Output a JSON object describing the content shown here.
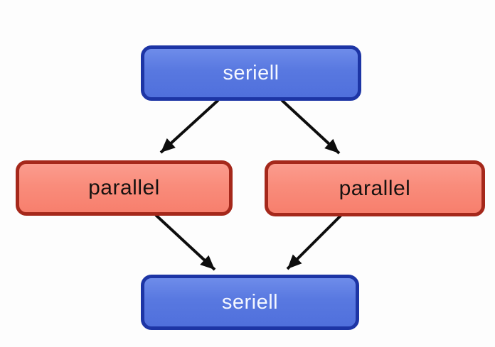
{
  "diagram": {
    "type": "flow-diagram",
    "background_color": "#fdfdfd",
    "nodes": [
      {
        "id": "seriell-top",
        "label": "seriell",
        "role": "serial stage",
        "fill": "#5878e0",
        "border": "#1d35a5",
        "text_color": "#f4f7ff"
      },
      {
        "id": "parallel-left",
        "label": "parallel",
        "role": "parallel stage",
        "fill": "#f98c7b",
        "border": "#a5281b",
        "text_color": "#161210"
      },
      {
        "id": "parallel-right",
        "label": "parallel",
        "role": "parallel stage",
        "fill": "#f98c7b",
        "border": "#a5281b",
        "text_color": "#161210"
      },
      {
        "id": "seriell-bottom",
        "label": "seriell",
        "role": "serial stage",
        "fill": "#5878e0",
        "border": "#1d35a5",
        "text_color": "#f4f7ff"
      }
    ],
    "edges": [
      {
        "from": "seriell-top",
        "to": "parallel-left"
      },
      {
        "from": "seriell-top",
        "to": "parallel-right"
      },
      {
        "from": "parallel-left",
        "to": "seriell-bottom"
      },
      {
        "from": "parallel-right",
        "to": "seriell-bottom"
      }
    ],
    "arrow_color": "#0d0d0d"
  }
}
